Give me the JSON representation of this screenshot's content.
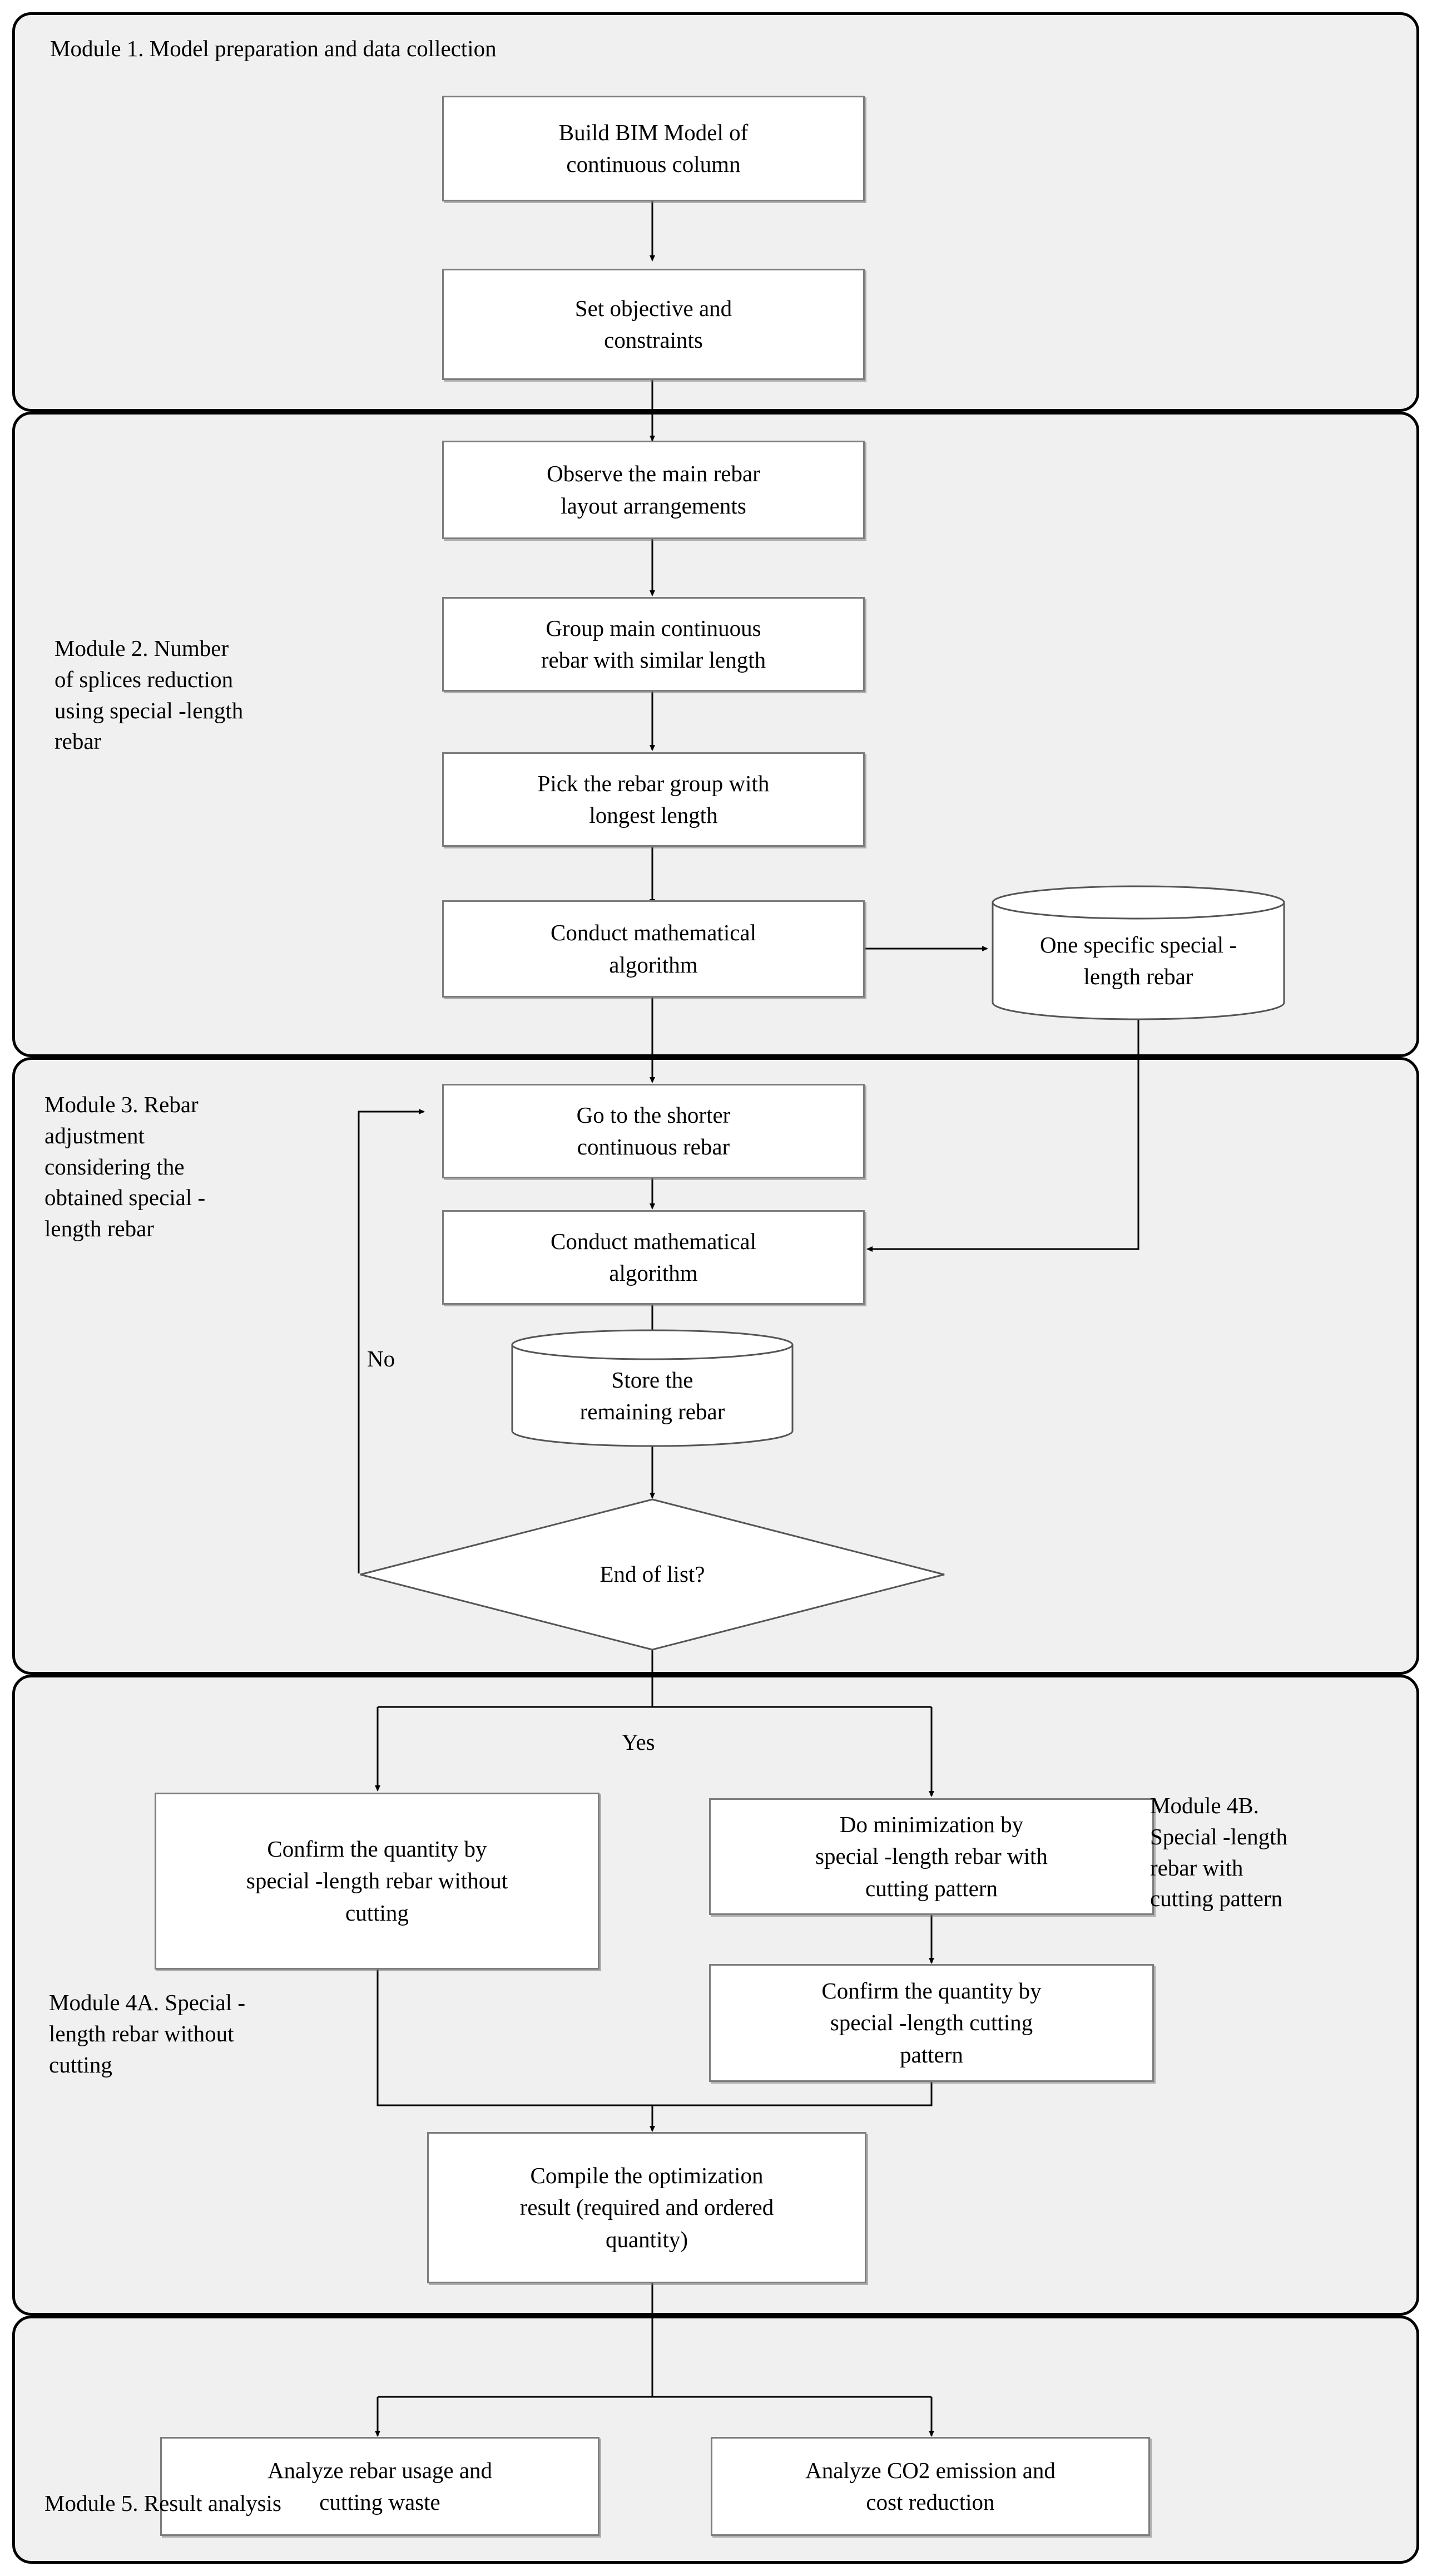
{
  "diagram": {
    "title": "Rebar optimization framework flowchart",
    "background_color": "#ffffff",
    "panel_fill": "#f0f0f0",
    "panel_border_color": "#000000",
    "node_border_color": "#7d7d7d",
    "node_fill": "#ffffff",
    "connector_color": "#000000"
  },
  "modules": [
    {
      "id": "module1",
      "label": "Module 1. Model preparation and data collection"
    },
    {
      "id": "module2",
      "label": "Module 2. Number\nof splices reduction\nusing special  -length\nrebar"
    },
    {
      "id": "module3",
      "label": "Module 3. Rebar\nadjustment\nconsidering the\nobtained special -\nlength rebar"
    },
    {
      "id": "module4a",
      "label": "Module 4A. Special -\nlength rebar without\ncutting"
    },
    {
      "id": "module4b",
      "label": "Module 4B.\nSpecial -length\nrebar with\ncutting pattern"
    },
    {
      "id": "module5",
      "label": "Module 5. Result analysis"
    }
  ],
  "nodes": {
    "build_bim": "Build BIM Model of\ncontinuous column",
    "set_objective": "Set objective and\nconstraints",
    "observe_layout": "Observe the main rebar\nlayout arrangements",
    "group_rebar": "Group main continuous\nrebar with similar length",
    "pick_longest": "Pick the rebar group with\nlongest length",
    "conduct_algo_m2": "Conduct mathematical\nalgorithm",
    "one_specific_rebar": "One specific special  -\nlength rebar",
    "go_shorter": "Go to the shorter\ncontinuous rebar",
    "conduct_algo_m3": "Conduct mathematical\nalgorithm",
    "store_remaining": "Store the\nremaining rebar",
    "end_of_list": "End of list?",
    "confirm_without_cutting": "Confirm the quantity by\nspecial -length rebar without\ncutting",
    "do_minimization": "Do minimization by\nspecial -length rebar with\ncutting pattern",
    "confirm_cutting_pattern": "Confirm the quantity by\nspecial -length cutting\npattern",
    "compile_result": "Compile the optimization\nresult (required and ordered\nquantity)",
    "analyze_usage": "Analyze rebar usage and\ncutting waste",
    "analyze_co2": "Analyze CO2 emission and\ncost reduction"
  },
  "edge_labels": {
    "no": "No",
    "yes": "Yes"
  }
}
